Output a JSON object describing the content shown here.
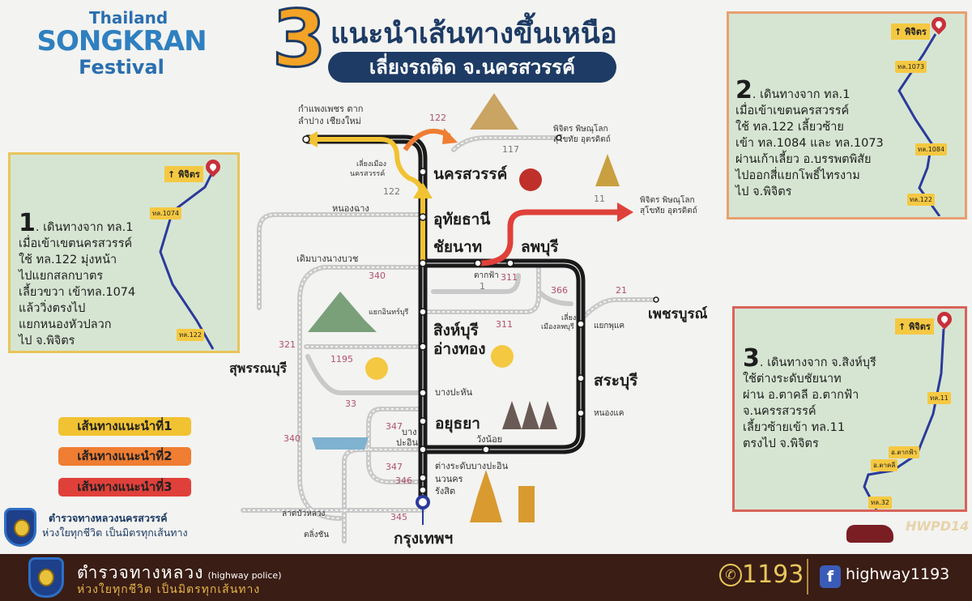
{
  "logo": {
    "line1": "Thailand",
    "line2": "SONGKRAN",
    "line3": "Festival"
  },
  "title": {
    "number": "3",
    "line1": "แนะนำเส้นทางขึ้นเหนือ",
    "line2": "เลี่ยงรถติด จ.นครสวรรค์"
  },
  "colors": {
    "route1": "#f1c232",
    "route2": "#ef7d32",
    "route3": "#e0403a",
    "main_road": "#1a1a1a",
    "footer": "#3a1d14",
    "title_navy": "#1d3b64"
  },
  "map": {
    "cities": [
      "นครสวรรค์",
      "อุทัยธานี",
      "ชัยนาท",
      "ลพบุรี",
      "สิงห์บุรี",
      "อ่างทอง",
      "สุพรรณบุรี",
      "สระบุรี",
      "อยุธยา",
      "เพชรบูรณ์",
      "กรุงเทพฯ"
    ],
    "places": [
      "กำแพงเพชร ตาก",
      "ลำปาง เชียงใหม่",
      "พิจิตร พิษณุโลก",
      "สุโขทัย อุตรดิตถ์",
      "พิจิตร พิษณุโลก",
      "สุโขทัย อุตรดิตถ์",
      "เลี่ยงเมือง",
      "นครสวรรค์",
      "หนองฉาง",
      "เดิมบางนางบวช",
      "ตากฟ้า",
      "แยกอินทร์บุรี",
      "เลี่ยง",
      "เมืองลพบุรี",
      "แยกพุแค",
      "บางปะหัน",
      "หนองแค",
      "วังน้อย",
      "บาง",
      "ปะอิน",
      "ต่างระดับบางปะอิน",
      "นวนคร",
      "รังสิต",
      "ลาดบัวหลวง",
      "ตลิ่งชัน"
    ],
    "road_numbers": [
      "122",
      "117",
      "122",
      "11",
      "340",
      "1",
      "311",
      "366",
      "21",
      "311",
      "321",
      "1195",
      "33",
      "347",
      "340",
      "347",
      "346",
      "345"
    ]
  },
  "legend": [
    "เส้นทางแนะนำที่1",
    "เส้นทางแนะนำที่2",
    "เส้นทางแนะนำที่3"
  ],
  "routes": [
    {
      "number": "1",
      "lines": [
        ". เดินทางจาก ทล.1",
        "เมื่อเข้าเขตนครสวรรค์",
        "ใช้ ทล.122 มุ่งหน้า",
        "ไปแยกสลกบาตร",
        "เลี้ยวขวา เข้าทล.1074",
        "แล้ววิ่งตรงไป",
        "แยกหนองหัวปลวก",
        "ไป จ.พิจิตร"
      ],
      "dest": "พิจิตร",
      "tags": [
        "ทล.1074",
        "ทล.122"
      ]
    },
    {
      "number": "2",
      "lines": [
        ". เดินทางจาก ทล.1",
        "เมื่อเข้าเขตนครสวรรค์",
        "ใช้ ทล.122 เลี้ยวซ้าย",
        "เข้า ทล.1084 และ ทล.1073",
        "ผ่านเก้าเลี้ยว อ.บรรพตพิสัย",
        "ไปออกสี่แยกโพธิ์ไทรงาม",
        "ไป จ.พิจิตร"
      ],
      "dest": "พิจิตร",
      "tags": [
        "ทล.1073",
        "ทล.1084",
        "ทล.122"
      ]
    },
    {
      "number": "3",
      "lines": [
        ". เดินทางจาก จ.สิงห์บุรี",
        "ใช้ต่างระดับชัยนาท",
        "ผ่าน อ.ตาคลี อ.ตากฟ้า",
        "จ.นครรสวรรค์",
        "เลี้ยวซ้ายเข้า ทล.11",
        "ตรงไป จ.พิจิตร"
      ],
      "dest": "พิจิตร",
      "tags": [
        "ทล.11",
        "อ.ตากฟ้า",
        "อ.ตาคลี",
        "ทล.32"
      ]
    }
  ],
  "org": {
    "name": "ตำรวจทางหลวงนครสวรรค์",
    "slogan": "ห่วงใยทุกชีวิต เป็นมิตรทุกเส้นทาง"
  },
  "watermark": "HWPD14",
  "footer": {
    "name": "ตำรวจทางหลวง",
    "name_en": "(highway police)",
    "slogan": "ห่วงใยทุกชีวิต เป็นมิตรทุกเส้นทาง",
    "hotline": "1193",
    "facebook": "highway1193",
    "phone_icon": "phone-icon",
    "fb_icon": "facebook-icon"
  }
}
